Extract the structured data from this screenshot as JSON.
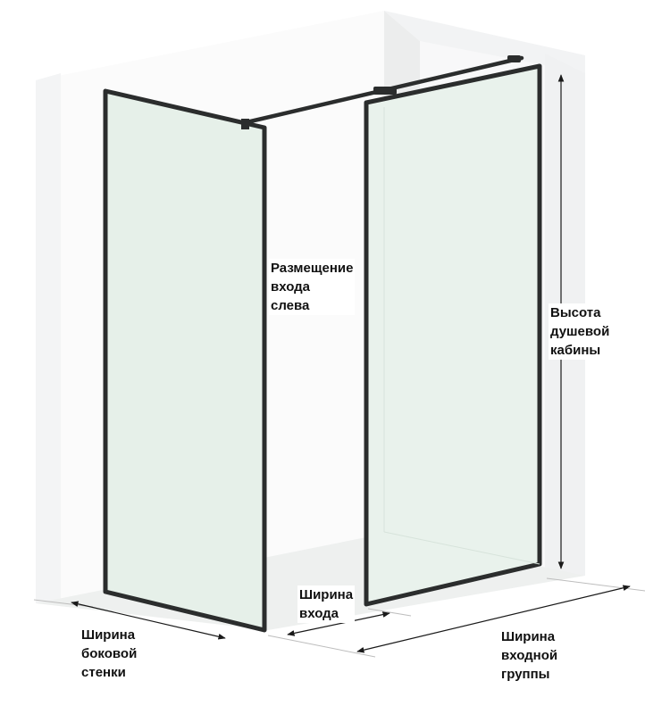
{
  "labels": {
    "entrance_position": [
      "Размещение",
      "входа",
      "слева"
    ],
    "cabin_height": [
      "Высота",
      "душевой",
      "кабины"
    ],
    "entrance_width": [
      "Ширина",
      "входа"
    ],
    "side_wall_width": [
      "Ширина",
      "боковой",
      "стенки"
    ],
    "entry_group_width": [
      "Ширина",
      "входной",
      "группы"
    ]
  },
  "colors": {
    "wall_face": "#f5f5f6",
    "wall_shade": "#e6e7e9",
    "wall_back": "#fbfbfb",
    "floor": "#eef0ef",
    "glass": "#e7f1ea",
    "frame": "#2b2d2d",
    "dimension_line": "#1a1a1a"
  }
}
